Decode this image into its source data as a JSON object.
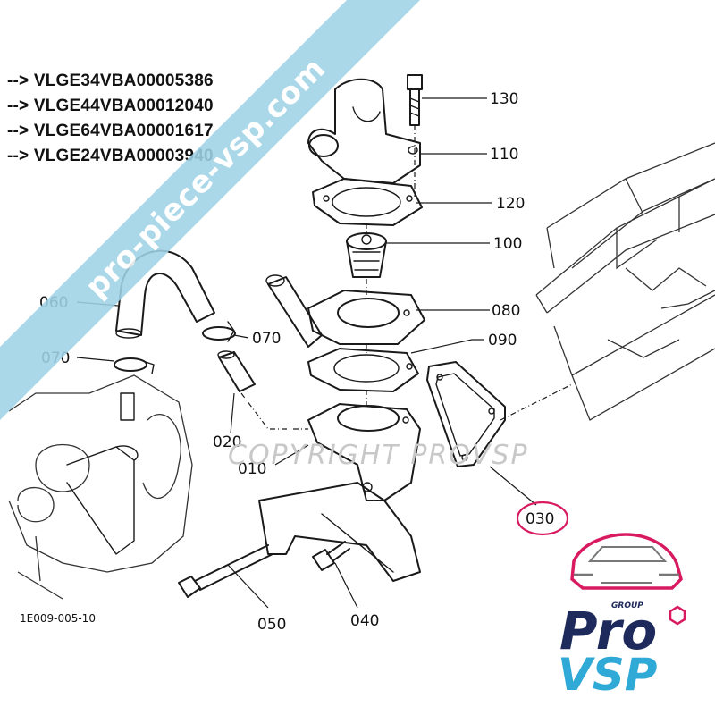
{
  "vin_list": [
    "--> VLGE34VBA00005386",
    "--> VLGE44VBA00012040",
    "--> VLGE64VBA00001617",
    "--> VLGE24VBA00003940"
  ],
  "part_labels": {
    "p130": "130",
    "p110": "110",
    "p120": "120",
    "p100": "100",
    "p080": "080",
    "p090": "090",
    "p070a": "070",
    "p060": "060",
    "p070b": "070",
    "p020": "020",
    "p010": "010",
    "p030": "030",
    "p050": "050",
    "p040": "040"
  },
  "figure_ref": "1E009-005-10",
  "watermark": {
    "ribbon": "pro-piece-vsp.com",
    "copyright": "COPYRIGHT PROVSP"
  },
  "logo": {
    "group": "GROUP",
    "pro": "Pro",
    "vsp": "VSP"
  },
  "colors": {
    "ribbon": "#9fd3e6",
    "highlight_circle": "#d81b60",
    "logo_navy": "#1f2a5c",
    "logo_cyan": "#2fa9d6",
    "logo_car": "#d81b60"
  }
}
